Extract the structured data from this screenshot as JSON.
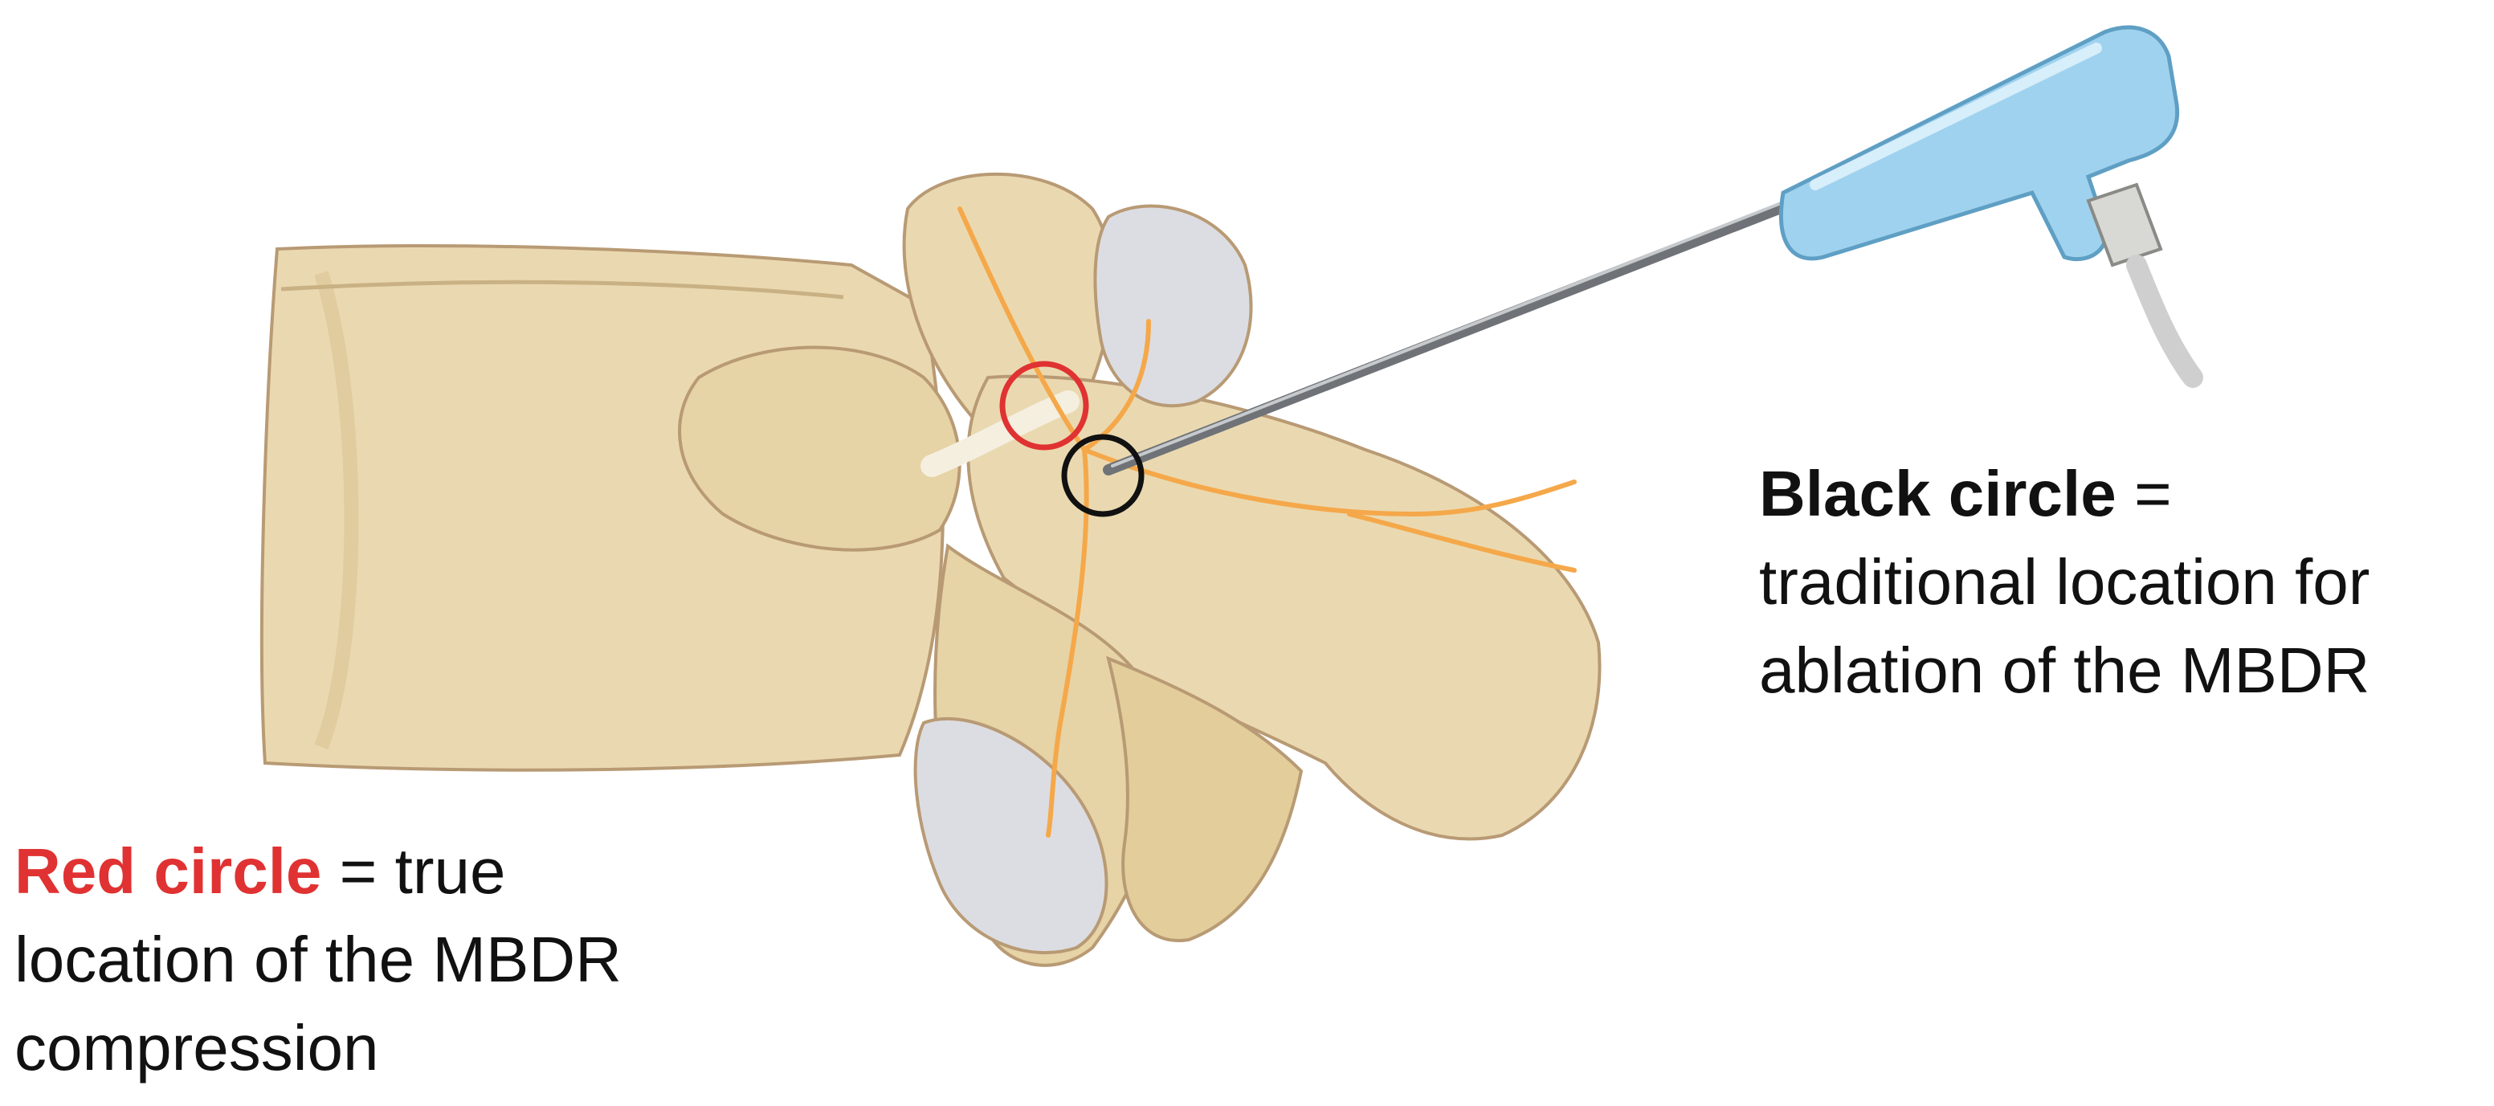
{
  "black_caption": {
    "highlight": "Black circle",
    "rest_line1": " =",
    "line2": "traditional location for",
    "line3": "ablation of the MBDR"
  },
  "red_caption": {
    "highlight": "Red circle",
    "rest_line1": " = true",
    "line2": "location of the MBDR",
    "line3": "compression"
  },
  "colors": {
    "bone": "#ead9b0",
    "bone_outline": "#b89a74",
    "nerve": "#f5a84a",
    "cartilage": "#dcdde2",
    "probe_handle": "#9fd2ee",
    "red_circle": "#e03232",
    "black_circle": "#111111",
    "red_text": "#e03232"
  },
  "icons": {
    "vertebra": "lumbar-vertebra-illustration",
    "probe": "ablation-probe-illustration"
  }
}
